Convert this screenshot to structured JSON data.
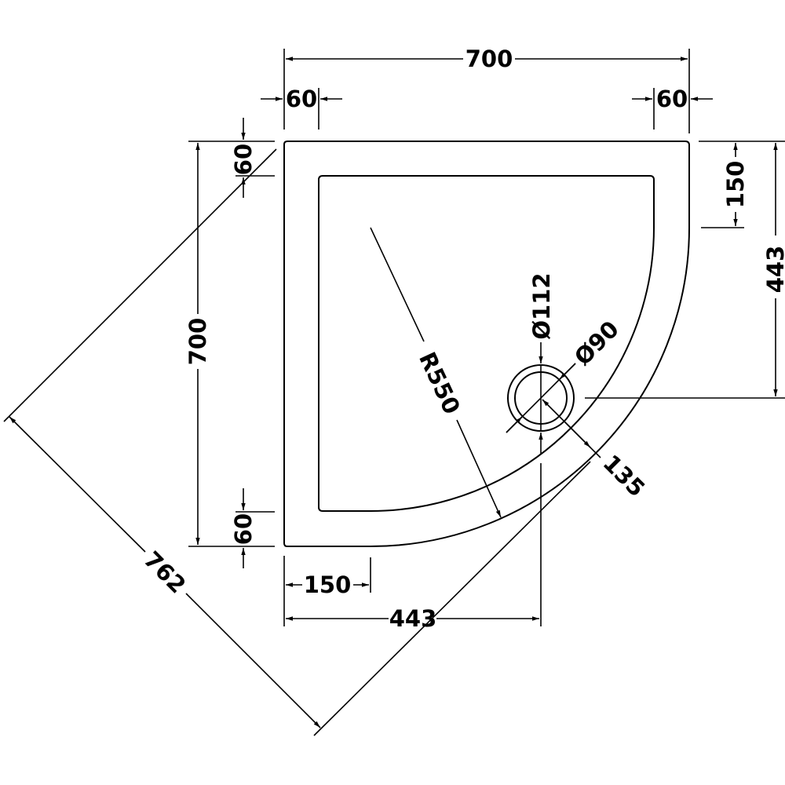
{
  "dimensions": {
    "overall_width": "700",
    "left_flat": "60",
    "right_flat": "60",
    "top_flat": "60",
    "right_straight": "150",
    "waste_from_top": "443",
    "overall_depth": "700",
    "bottom_flat": "60",
    "bottom_straight": "150",
    "waste_from_left": "443",
    "diagonal": "762",
    "radius": "R550",
    "waste_outer": "Ø112",
    "waste_inner": "Ø90",
    "waste_to_edge": "135"
  },
  "colors": {
    "line": "#000000",
    "background": "#ffffff"
  }
}
